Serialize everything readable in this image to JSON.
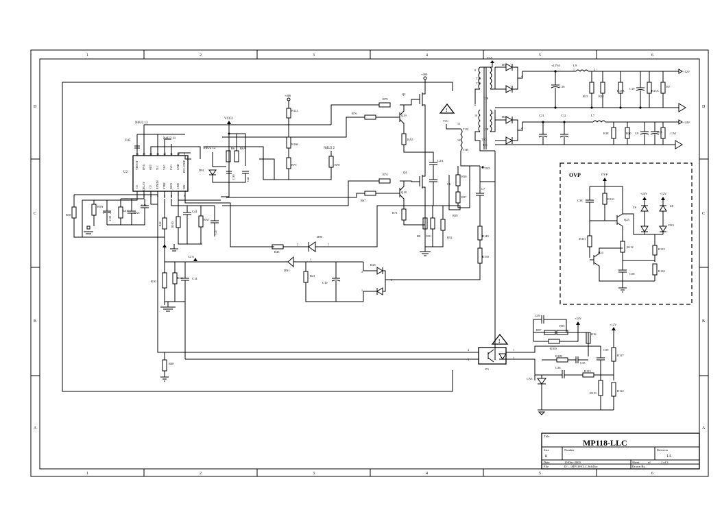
{
  "border": {
    "columns": [
      "1",
      "2",
      "3",
      "4",
      "5",
      "6"
    ],
    "rows": [
      "D",
      "C",
      "B",
      "A"
    ]
  },
  "title_block": {
    "title_label": "Title",
    "title": "MP118-LLC",
    "size_label": "Size",
    "size": "B",
    "number_label": "Number",
    "revision_label": "Revision",
    "revision": "1A",
    "date_label": "Date",
    "date": "10-Dec-2009",
    "sheet_label": "Sheet",
    "sheet_of": "of",
    "sheet": "2 of 3",
    "file_label": "File",
    "file": "D:\\...\\MP118-LLC.SchDoc",
    "drawn_label": "Drawn By"
  },
  "net_labels": {
    "plus400_a": "+400",
    "plus400_b": "+400",
    "vcc2": "VCC2",
    "t1a": "T1A",
    "t1c": "T1C",
    "plus12v_out": "+12V",
    "plus24v_out": "+24V",
    "plus12va": "+12VA",
    "plus24v_a": "+24V",
    "plus12v_b": "+12V",
    "plus24v_ovp": "+24V",
    "plus12v_ovp": "+12V",
    "ovp_node": "OVP",
    "nd1": "NdU2 13",
    "nd2": "NdU2 11",
    "nd3": "NdU2 12",
    "nd4": "NdU2 2",
    "c26": "C2 6",
    "ovp_title": "OVP"
  },
  "components": {
    "q2": "Q2",
    "q19": "Q19",
    "q4": "Q4",
    "q18": "Q18",
    "r79": "R79",
    "r76": "R76",
    "ra5": "RA5",
    "r74": "R74",
    "r67": "R67",
    "r71": "R71",
    "r121": "R121",
    "r106": "R106",
    "r73": "R73",
    "r78": "R78",
    "r6": "R6",
    "r6a": "R6A",
    "ca6": "CA6",
    "c42": "C42",
    "dv1": "D91",
    "u2": "U2",
    "c45": "C45",
    "r38": "R38",
    "r5n": "R5N",
    "ca1": "CA1",
    "ra1": "RA1",
    "ca5": "CA5",
    "c46": "C46",
    "r42": "R42",
    "r100": "R100",
    "c44": "C44",
    "ra7": "RA7",
    "c47": "C47",
    "r45": "R45",
    "d98": "D98",
    "dn1": "DN1",
    "r41": "R41",
    "c10": "C10",
    "d25": "D25",
    "r10": "R10",
    "ra3": "RA3",
    "c14": "C14",
    "r48": "R48",
    "c2a": "C2A",
    "c6": "C6",
    "r50": "R50",
    "r57": "R57",
    "r59": "R59",
    "r51": "R51",
    "r52": "R52",
    "r8": "R8",
    "c7": "C7",
    "r149": "R149",
    "r150": "R150",
    "t1n": "T1N",
    "t1b": "T1B",
    "d5": "D5",
    "d4": "D4",
    "l9": "L9",
    "l7": "L7",
    "c16": "C16",
    "r13": "R13",
    "r22": "R22",
    "r13a": "R13A",
    "c19": "C19",
    "r13aa": "R13A",
    "r7": "R7",
    "c21": "C21",
    "c12": "C12",
    "r18": "R18",
    "r20": "R20",
    "c9": "C9",
    "c13": "C13",
    "ca1b": "CA1",
    "c38": "C38",
    "r110": "R110",
    "q25": "Q25",
    "r111": "R111",
    "q24": "Q24",
    "r112": "R112",
    "c58": "C58",
    "r115": "R115",
    "r116": "R116",
    "z6": "Z6",
    "z8": "Z8",
    "d23": "D23",
    "c39": "C39",
    "r95": "R95",
    "r97": "R97",
    "r100b": "R100",
    "r109": "R109",
    "c35": "C35",
    "r16": "R16",
    "c36": "C36",
    "r117": "R117",
    "c59": "C59",
    "ca3": "CA3",
    "r113": "R113",
    "r119": "R119",
    "r122": "R122",
    "p3": "P3"
  },
  "ic_pins": [
    "CS",
    "DELAY",
    "CF",
    "RFMIN",
    "STBY",
    "ISEN",
    "LINE",
    "DIS",
    "PFC-STOP",
    "GND",
    "LVG",
    "VCC",
    "N.C",
    "OUT",
    "HVG",
    "VBOOT"
  ],
  "pin_numbers": {
    "n1": "1",
    "n2": "2",
    "n3": "3",
    "n4": "4",
    "n5": "5",
    "n6": "6",
    "n7": "7",
    "n8": "8",
    "n9": "9",
    "n10": "10",
    "n11": "11",
    "n12": "12",
    "n13": "13",
    "n14": "14",
    "n15": "15",
    "n16": "16"
  }
}
